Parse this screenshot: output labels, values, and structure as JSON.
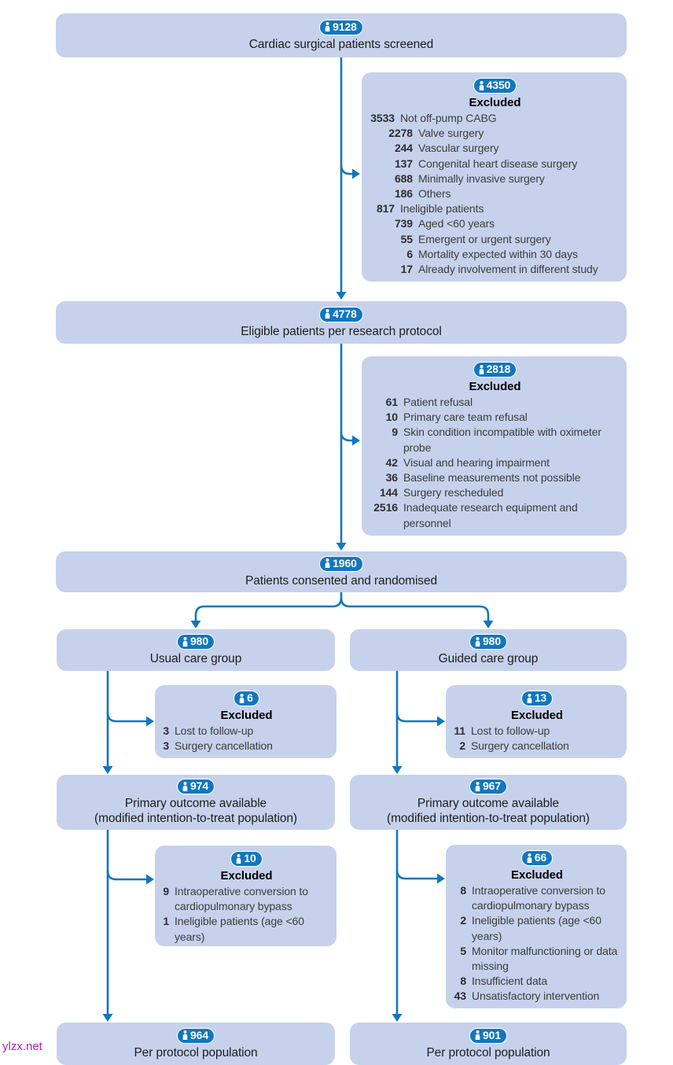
{
  "colors": {
    "accent_blue": "#1277bd",
    "box_fill": "#c6d2ec",
    "badge_text": "#ffffff",
    "list_text": "#3c3c3c",
    "watermark": "#b224b2"
  },
  "watermark": {
    "text": "ylzx.net"
  },
  "boxes": {
    "screened": {
      "n": "9128",
      "label": "Cardiac surgical patients screened"
    },
    "screen_excluded": {
      "n": "4350",
      "title": "Excluded",
      "items": [
        {
          "n": "3533",
          "text": "Not off-pump CABG"
        },
        {
          "n": "2278",
          "text": "Valve surgery"
        },
        {
          "n": "244",
          "text": "Vascular surgery"
        },
        {
          "n": "137",
          "text": "Congenital heart disease surgery"
        },
        {
          "n": "688",
          "text": "Minimally invasive surgery"
        },
        {
          "n": "186",
          "text": "Others"
        },
        {
          "n": "817",
          "text": "Ineligible patients"
        },
        {
          "n": "739",
          "text": "Aged <60 years"
        },
        {
          "n": "55",
          "text": "Emergent or urgent surgery"
        },
        {
          "n": "6",
          "text": "Mortality expected within 30 days"
        },
        {
          "n": "17",
          "text": "Already involvement in different study"
        }
      ]
    },
    "eligible": {
      "n": "4778",
      "label": "Eligible patients per research protocol"
    },
    "eligibility_excluded": {
      "n": "2818",
      "title": "Excluded",
      "items": [
        {
          "n": "61",
          "text": "Patient refusal"
        },
        {
          "n": "10",
          "text": "Primary care team refusal"
        },
        {
          "n": "9",
          "text": "Skin condition incompatible with oximeter probe"
        },
        {
          "n": "42",
          "text": "Visual and hearing impairment"
        },
        {
          "n": "36",
          "text": "Baseline measurements not possible"
        },
        {
          "n": "144",
          "text": "Surgery rescheduled"
        },
        {
          "n": "2516",
          "text": "Inadequate research equipment and personnel"
        }
      ]
    },
    "randomised": {
      "n": "1960",
      "label": "Patients consented and randomised"
    },
    "usual_care": {
      "n": "980",
      "label": "Usual care group"
    },
    "guided_care": {
      "n": "980",
      "label": "Guided care group"
    },
    "usual_excluded_followup": {
      "n": "6",
      "title": "Excluded",
      "items": [
        {
          "n": "3",
          "text": "Lost to follow-up"
        },
        {
          "n": "3",
          "text": "Surgery cancellation"
        }
      ]
    },
    "guided_excluded_followup": {
      "n": "13",
      "title": "Excluded",
      "items": [
        {
          "n": "11",
          "text": "Lost to follow-up"
        },
        {
          "n": "2",
          "text": "Surgery cancellation"
        }
      ]
    },
    "usual_primary": {
      "n": "974",
      "label": "Primary outcome available",
      "sublabel": "(modified intention-to-treat population)"
    },
    "guided_primary": {
      "n": "967",
      "label": "Primary outcome available",
      "sublabel": "(modified intention-to-treat population)"
    },
    "usual_excluded_protocol": {
      "n": "10",
      "title": "Excluded",
      "items": [
        {
          "n": "9",
          "text": "Intraoperative conversion to cardiopulmonary bypass"
        },
        {
          "n": "1",
          "text": "Ineligible patients (age <60 years)"
        }
      ]
    },
    "guided_excluded_protocol": {
      "n": "66",
      "title": "Excluded",
      "items": [
        {
          "n": "8",
          "text": "Intraoperative conversion to cardiopulmonary bypass"
        },
        {
          "n": "2",
          "text": "Ineligible patients (age <60 years)"
        },
        {
          "n": "5",
          "text": "Monitor malfunctioning or data missing"
        },
        {
          "n": "8",
          "text": "Insufficient data"
        },
        {
          "n": "43",
          "text": "Unsatisfactory intervention"
        }
      ]
    },
    "usual_per_protocol": {
      "n": "964",
      "label": "Per protocol population"
    },
    "guided_per_protocol": {
      "n": "901",
      "label": "Per protocol population"
    }
  }
}
